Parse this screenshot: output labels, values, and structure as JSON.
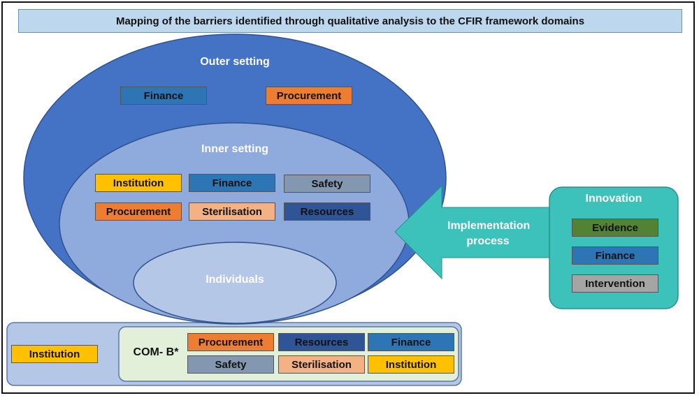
{
  "title": "Mapping of the barriers identified through qualitative analysis to the CFIR framework domains",
  "colors": {
    "blue": "#2e75b6",
    "orange": "#ed7d31",
    "yellow": "#ffc000",
    "gray_blue": "#8497b0",
    "pink": "#f4b183",
    "navy": "#2f5597",
    "green": "#548235",
    "gray": "#a5a5a5",
    "teal": "#3cc1bb",
    "outer_ellipse": "#4472c4",
    "inner_ellipse": "#8faadc",
    "individuals_ellipse": "#b4c7e7",
    "bottom_box": "#b4c7e7",
    "com_b_box": "#e2f0d9"
  },
  "outer_setting": {
    "label": "Outer setting",
    "tags": [
      "Finance",
      "Procurement"
    ]
  },
  "inner_setting": {
    "label": "Inner setting",
    "tags": [
      "Institution",
      "Finance",
      "Safety",
      "Procurement",
      "Sterilisation",
      "Resources"
    ]
  },
  "individuals": {
    "label": "Individuals",
    "left_tag": "Institution",
    "com_b_label": "COM- B*",
    "com_b_tags": [
      "Procurement",
      "Resources",
      "Finance",
      "Safety",
      "Sterilisation",
      "Institution"
    ]
  },
  "implementation_process": {
    "label": "Implementation process"
  },
  "innovation": {
    "label": "Innovation",
    "tags": [
      "Evidence",
      "Finance",
      "Intervention"
    ]
  }
}
